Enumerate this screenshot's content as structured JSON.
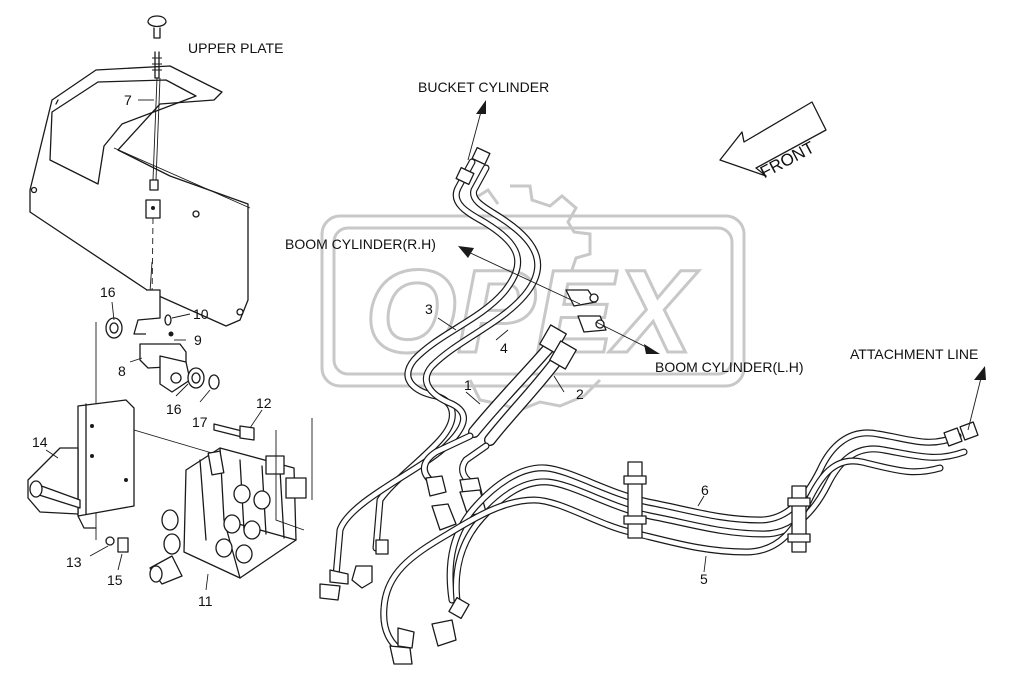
{
  "labels": {
    "upper_plate": "UPPER PLATE",
    "bucket_cylinder": "BUCKET CYLINDER",
    "boom_cylinder_rh": "BOOM CYLINDER(R.H)",
    "boom_cylinder_lh": "BOOM CYLINDER(L.H)",
    "attachment_line": "ATTACHMENT LINE",
    "front": "FRONT"
  },
  "callouts": {
    "n1": "1",
    "n2": "2",
    "n3": "3",
    "n4": "4",
    "n5": "5",
    "n6": "6",
    "n7": "7",
    "n8": "8",
    "n9": "9",
    "n10": "10",
    "n11": "11",
    "n12": "12",
    "n13": "13",
    "n14": "14",
    "n15": "15",
    "n16a": "16",
    "n16b": "16",
    "n17": "17"
  },
  "watermark": {
    "text": "OPEX"
  },
  "colors": {
    "line": "#1a1a1a",
    "background": "#ffffff",
    "watermark": "#c8c8c8"
  }
}
